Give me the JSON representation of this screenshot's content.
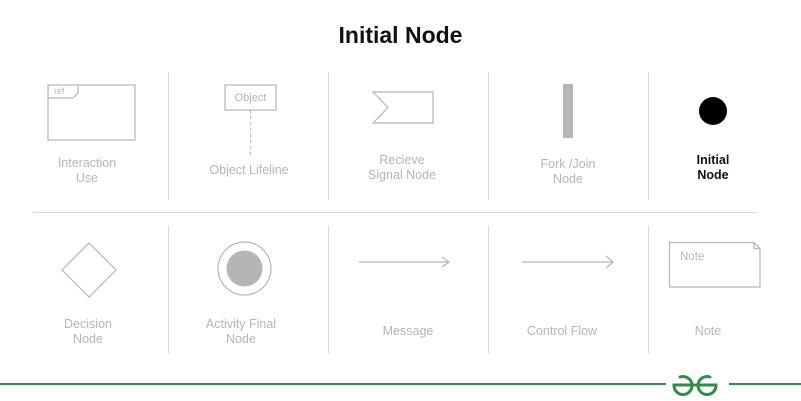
{
  "title": "Initial Node",
  "colors": {
    "inactive": "#b5b5b5",
    "active": "#111111",
    "divider": "#d9d9d9",
    "brand": "#2f8d46"
  },
  "cells": {
    "interaction_use": {
      "label_1": "Interaction",
      "label_2": "Use",
      "tag": "ref"
    },
    "object_lifeline": {
      "label_1": "Object Lifeline",
      "box_text": "Object"
    },
    "receive_signal": {
      "label_1": "Recieve",
      "label_2": "Signal Node"
    },
    "fork_join": {
      "label_1": "Fork /Join",
      "label_2": "Node"
    },
    "initial_node": {
      "label_1": "Initial",
      "label_2": "Node"
    },
    "decision": {
      "label_1": "Decision",
      "label_2": "Node"
    },
    "activity_final": {
      "label_1": "Activity Final",
      "label_2": "Node"
    },
    "message": {
      "label_1": "Message"
    },
    "control_flow": {
      "label_1": "Control Flow"
    },
    "note": {
      "label_1": "Note",
      "box_text": "Note"
    }
  },
  "footer": {
    "logo_icon": "gfg-logo-icon"
  }
}
